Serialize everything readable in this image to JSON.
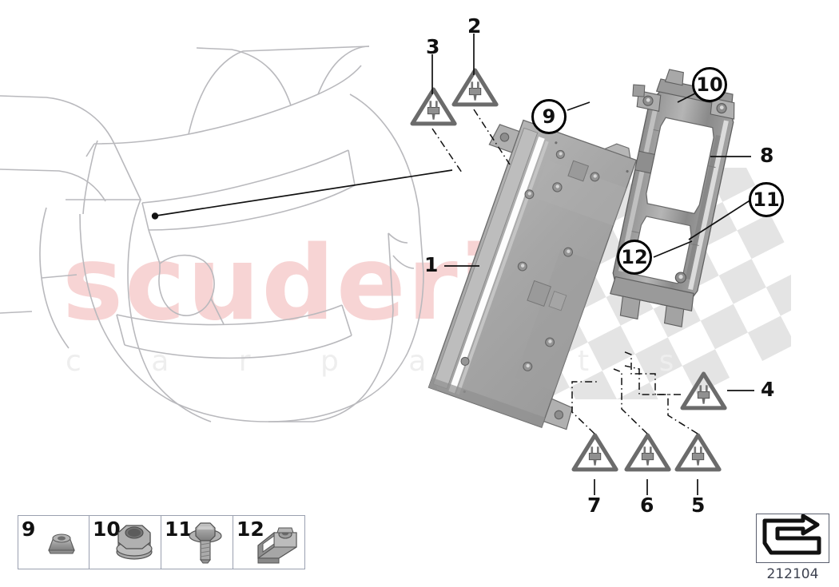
{
  "diagram": {
    "id_number": "212104",
    "watermark_primary": "scuderia",
    "watermark_secondary": "c a r   p a r t s",
    "background_color": "#ffffff",
    "line_color": "#111111",
    "part_fill_color": "#a8a8a8",
    "part_edge_color": "#6e6e6e",
    "car_outline_color": "#b9b9bd",
    "watermark_pink": "#f7d4d4",
    "watermark_gray": "#eeeeee",
    "flag_gray": "#e4e4e4"
  },
  "callouts": [
    {
      "id": "1",
      "label": "1",
      "style": "plain",
      "target": "control-module"
    },
    {
      "id": "2",
      "label": "2",
      "style": "plain",
      "target": "connector-upper-right"
    },
    {
      "id": "3",
      "label": "3",
      "style": "plain",
      "target": "connector-upper-left"
    },
    {
      "id": "4",
      "label": "4",
      "style": "plain",
      "target": "connector-right"
    },
    {
      "id": "5",
      "label": "5",
      "style": "plain",
      "target": "connector-lower-right"
    },
    {
      "id": "6",
      "label": "6",
      "style": "plain",
      "target": "connector-lower-center"
    },
    {
      "id": "7",
      "label": "7",
      "style": "plain",
      "target": "connector-lower-left"
    },
    {
      "id": "8",
      "label": "8",
      "style": "plain",
      "target": "mounting-bracket"
    },
    {
      "id": "9",
      "label": "9",
      "style": "circle",
      "target": "clip-nut"
    },
    {
      "id": "10",
      "label": "10",
      "style": "circle",
      "target": "flange-nut"
    },
    {
      "id": "11",
      "label": "11",
      "style": "circle",
      "target": "hex-flange-bolt"
    },
    {
      "id": "12",
      "label": "12",
      "style": "circle",
      "target": "cage-nut-clip"
    }
  ],
  "legend": {
    "items": [
      {
        "number": "9",
        "icon": "clip-nut-icon"
      },
      {
        "number": "10",
        "icon": "flange-nut-icon"
      },
      {
        "number": "11",
        "icon": "hex-flange-bolt-icon"
      },
      {
        "number": "12",
        "icon": "cage-nut-clip-icon"
      }
    ]
  },
  "parts": {
    "control_module": {
      "name": "control-module",
      "number": "1"
    },
    "mounting_bracket": {
      "name": "mounting-bracket",
      "number": "8"
    },
    "connectors": [
      {
        "number": "3",
        "icon": "plug-connector-icon"
      },
      {
        "number": "2",
        "icon": "plug-connector-icon"
      },
      {
        "number": "4",
        "icon": "plug-connector-icon"
      },
      {
        "number": "7",
        "icon": "plug-connector-icon"
      },
      {
        "number": "6",
        "icon": "plug-connector-icon"
      },
      {
        "number": "5",
        "icon": "plug-connector-icon"
      }
    ]
  },
  "vehicle": {
    "name": "vehicle-outline",
    "view": "rear-three-quarter"
  },
  "orientation_marker": {
    "name": "direction-arrow-icon"
  }
}
